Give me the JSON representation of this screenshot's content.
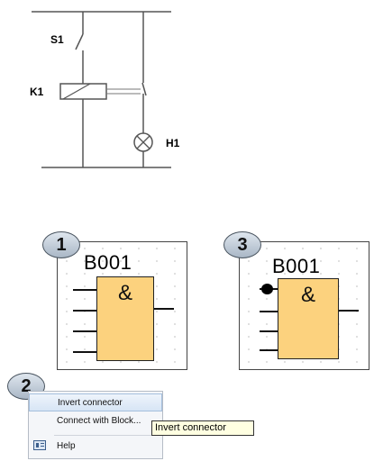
{
  "circuit": {
    "switch_label": "S1",
    "relay_label": "K1",
    "lamp_label": "H1"
  },
  "panels": [
    {
      "step": "1",
      "block_name": "B001",
      "logic_symbol": "&"
    },
    {
      "step": "3",
      "block_name": "B001",
      "logic_symbol": "&"
    }
  ],
  "context_menu": {
    "step": "2",
    "items": [
      "Invert connector",
      "Connect with Block...",
      "Help"
    ],
    "highlighted": "Invert connector"
  },
  "tooltip": "Invert connector",
  "colors": {
    "block_fill": "#fcd27e",
    "badge_fill": "#b9c6d3",
    "menu_highlight": "#d7e5f5",
    "tooltip_bg": "#ffffe1"
  },
  "icons": {
    "help": "help-book-icon",
    "lamp": "lamp-icon",
    "inverted_input": "inversion-dot-icon"
  }
}
